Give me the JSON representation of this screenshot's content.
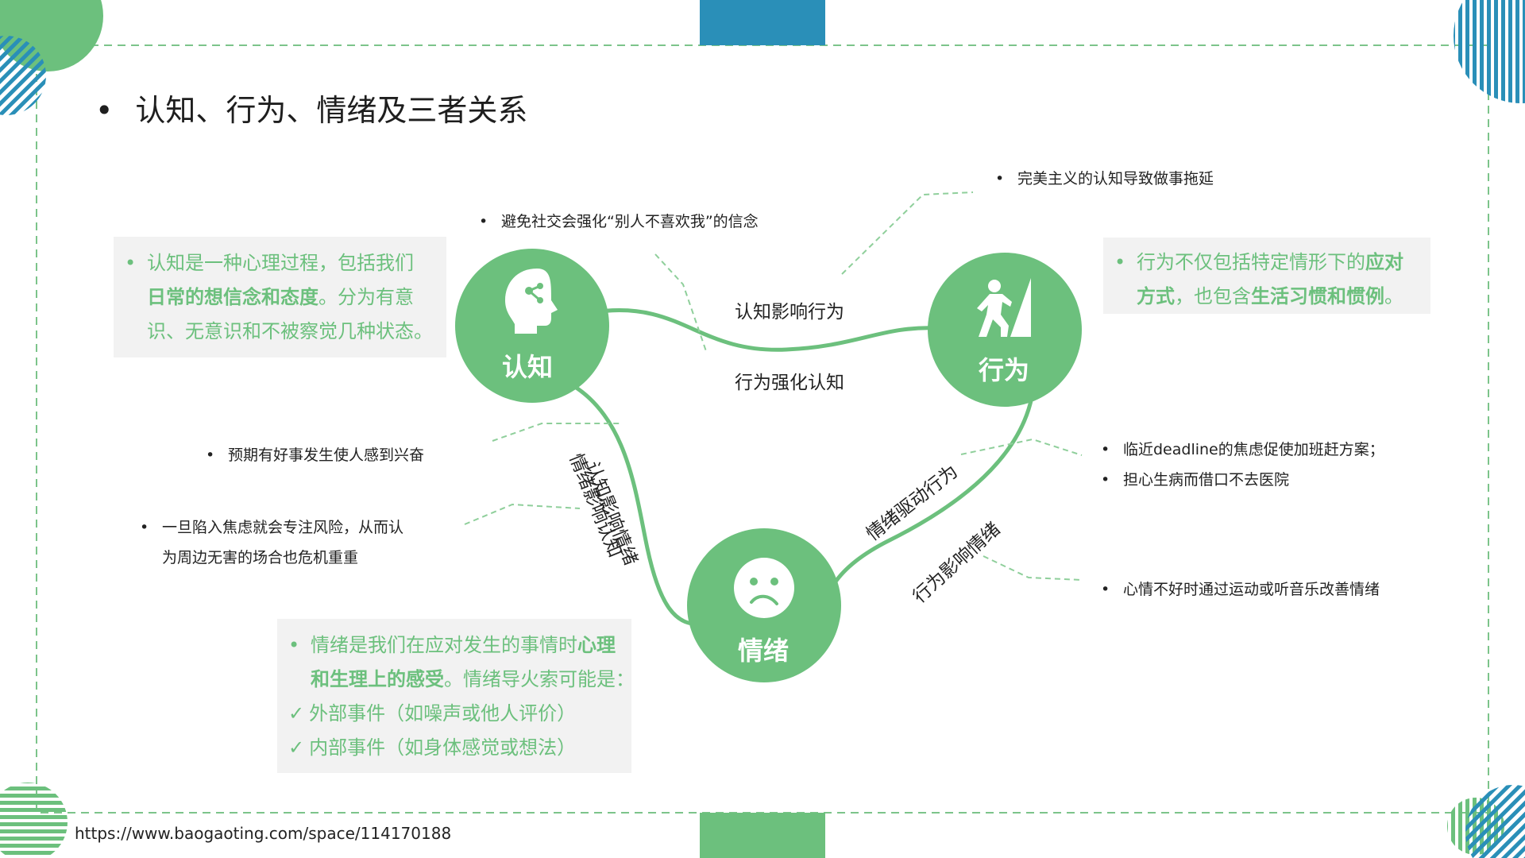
{
  "title": "认知、行为、情绪及三者关系",
  "bullet_char": "•",
  "colors": {
    "green": "#6cc07d",
    "teal": "#2a8fb8",
    "box_bg": "#f2f2f2",
    "dash": "#7cc48a"
  },
  "nodes": {
    "cognition": {
      "label": "认知",
      "icon": "head-network-icon"
    },
    "behavior": {
      "label": "行为",
      "icon": "climbing-person-icon"
    },
    "emotion": {
      "label": "情绪",
      "icon": "worried-face-icon"
    }
  },
  "edges": {
    "cog_to_beh": "认知影响行为",
    "beh_to_cog": "行为强化认知",
    "cog_to_emo": "认知影响情绪",
    "emo_to_cog": "情绪影响认知",
    "emo_to_beh": "情绪驱动行为",
    "beh_to_emo": "行为影响情绪"
  },
  "definitions": {
    "cognition": {
      "bullet": "•",
      "l1": "认知是一种心理过程，包括我们",
      "l2_bold": "日常的想信念和态度",
      "l2_rest": "。分为有意",
      "l3": "识、无意识和不被察觉几种状态。"
    },
    "behavior": {
      "bullet": "•",
      "l1": "行为不仅包括特定情形下的",
      "l1_bold": "应对",
      "l2_bold": "方式",
      "l2_mid": "，也包含",
      "l2_bold2": "生活习惯和惯例",
      "l2_end": "。"
    },
    "emotion": {
      "bullet": "•",
      "check": "✓",
      "l1": "情绪是我们在应对发生的事情时",
      "l1_bold": "心理",
      "l2_bold": "和生理上的感受",
      "l2_rest": "。情绪导火索可能是：",
      "l3": "外部事件（如噪声或他人评价）",
      "l4": "内部事件（如身体感觉或想法）"
    }
  },
  "examples": {
    "cog_beh": "避免社交会强化“别人不喜欢我”的信念",
    "beh_cog": "完美主义的认知导致做事拖延",
    "cog_emo": "预期有好事发生使人感到兴奋",
    "emo_cog_l1": "一旦陷入焦虑就会专注风险，从而认",
    "emo_cog_l2": "为周边无害的场合也危机重重",
    "emo_beh_1": "临近deadline的焦虑促使加班赶方案；",
    "emo_beh_2": "担心生病而借口不去医院",
    "beh_emo": "心情不好时通过运动或听音乐改善情绪"
  },
  "footer": {
    "url": "https://www.baogaoting.com/space/114170188"
  }
}
